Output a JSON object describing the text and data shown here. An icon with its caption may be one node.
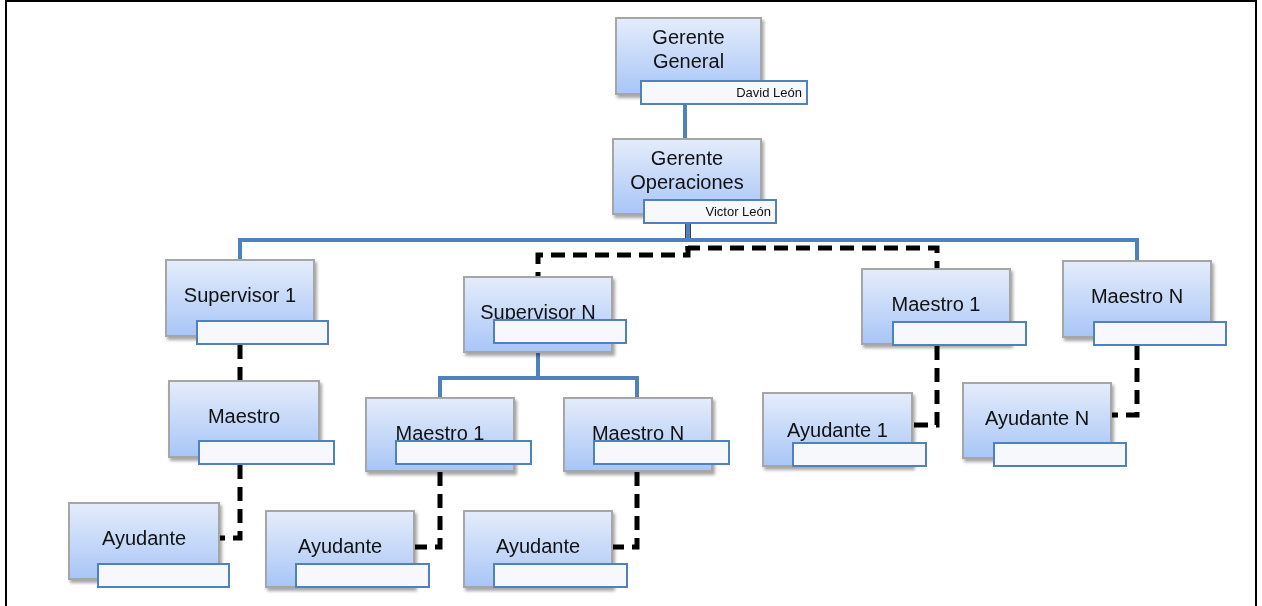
{
  "diagram": {
    "nodes": [
      {
        "text": [
          "Gerente General",
          "David León"
        ]
      },
      {
        "text": [
          "Gerente Operaciones",
          "Victor León"
        ]
      },
      {
        "text": [
          "Supervisor 1"
        ]
      },
      {
        "text": [
          "Supervisor N"
        ]
      },
      {
        "text": [
          "Maestro 1"
        ]
      },
      {
        "text": [
          "Maestro N"
        ]
      },
      {
        "text": [
          "Maestro"
        ]
      },
      {
        "text": [
          "Maestro 1"
        ]
      },
      {
        "text": [
          "Maestro N"
        ]
      },
      {
        "text": [
          "Ayudante 1"
        ]
      },
      {
        "text": [
          "Ayudante N"
        ]
      },
      {
        "text": [
          "Ayudante"
        ]
      },
      {
        "text": [
          "Ayudante"
        ]
      },
      {
        "text": [
          "Ayudante"
        ]
      }
    ],
    "edges": [
      {
        "from": 0,
        "to": 1,
        "arrow": "none",
        "color": "#4f81bd"
      },
      {
        "from": 1,
        "to": 2,
        "arrow": "none",
        "color": "#4f81bd"
      },
      {
        "from": 1,
        "to": 3,
        "arrow": "none",
        "style": "dashed"
      },
      {
        "from": 1,
        "to": 4,
        "arrow": "none",
        "style": "dashed"
      },
      {
        "from": 1,
        "to": 5,
        "arrow": "none",
        "color": "#4f81bd"
      },
      {
        "from": 2,
        "to": 6,
        "arrow": "none",
        "style": "dashed"
      },
      {
        "from": 3,
        "to": 7,
        "arrow": "none",
        "color": "#4f81bd"
      },
      {
        "from": 3,
        "to": 8,
        "arrow": "none",
        "color": "#4f81bd"
      },
      {
        "from": 4,
        "to": 9,
        "arrow": "none",
        "style": "dashed"
      },
      {
        "from": 5,
        "to": 10,
        "arrow": "none",
        "style": "dashed"
      },
      {
        "from": 6,
        "to": 11,
        "arrow": "none",
        "style": "dashed"
      },
      {
        "from": 7,
        "to": 12,
        "arrow": "none",
        "style": "dashed"
      },
      {
        "from": 8,
        "to": 13,
        "arrow": "none",
        "style": "dashed"
      }
    ]
  }
}
